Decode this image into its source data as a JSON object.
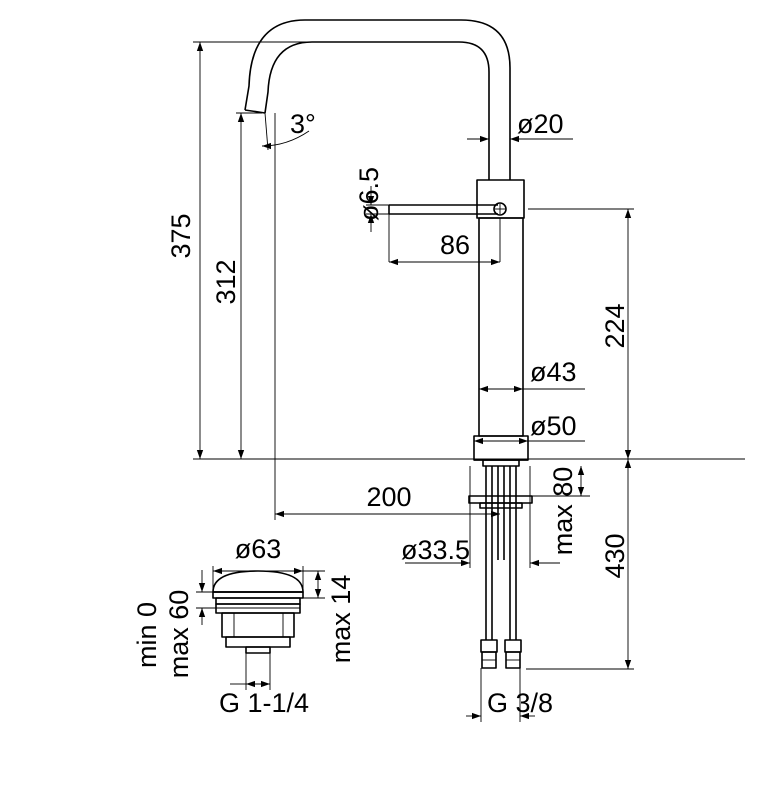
{
  "drawing": {
    "labels": {
      "height_total": "375",
      "spout_height": "312",
      "spout_angle": "3°",
      "spout_diameter": "ø20",
      "lever_diameter": "ø6.5",
      "lever_length": "86",
      "body_height": "224",
      "body_diameter": "ø43",
      "base_diameter": "ø50",
      "spout_reach": "200",
      "shank_diameter": "ø33.5",
      "deck_thickness": "max 80",
      "hose_length": "430",
      "connection_thread": "G 3/8",
      "waste_cap_diameter": "ø63",
      "waste_min_height": "min 0",
      "waste_max_height": "max 60",
      "waste_max_14": "max 14",
      "waste_thread": "G 1-1/4"
    }
  }
}
